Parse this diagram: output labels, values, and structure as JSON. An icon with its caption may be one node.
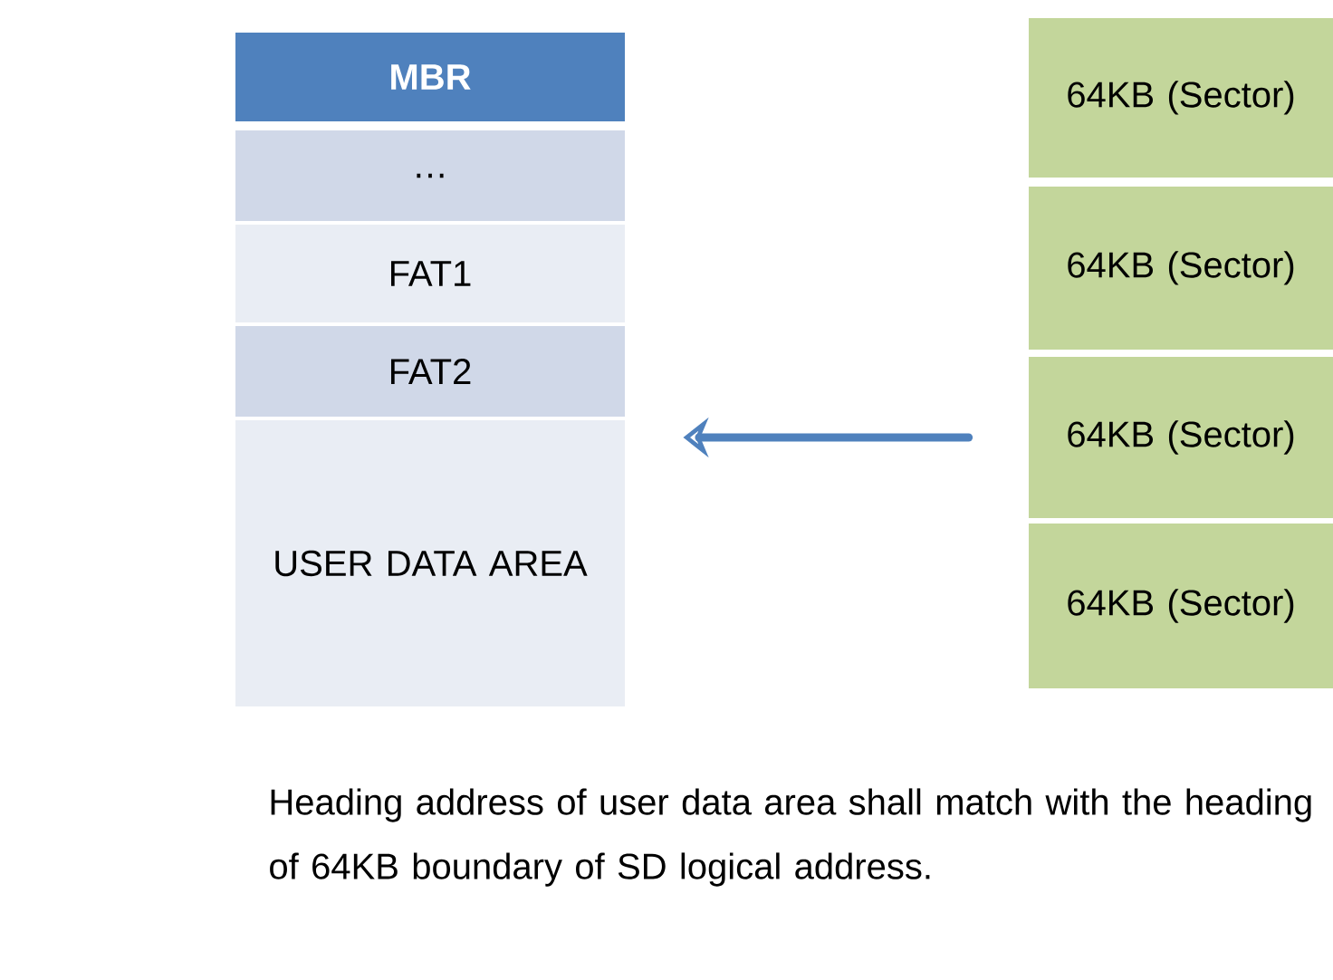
{
  "diagram": {
    "nodes": [
      {
        "text": [
          "MBR"
        ]
      },
      {
        "text": [
          "…"
        ]
      },
      {
        "text": [
          "FAT1"
        ]
      },
      {
        "text": [
          "FAT2"
        ]
      },
      {
        "text": [
          "USER DATA AREA"
        ]
      },
      {
        "text": [
          "64KB (Sector)"
        ]
      },
      {
        "text": [
          "64KB (Sector)"
        ]
      },
      {
        "text": [
          "64KB (Sector)"
        ]
      },
      {
        "text": [
          "64KB (Sector)"
        ]
      }
    ],
    "edges": [
      {
        "from": 7,
        "to": 4,
        "arrow": "to"
      }
    ],
    "labels": [
      "Heading address of user data area shall match with the heading of 64KB boundary of SD logical address."
    ]
  }
}
